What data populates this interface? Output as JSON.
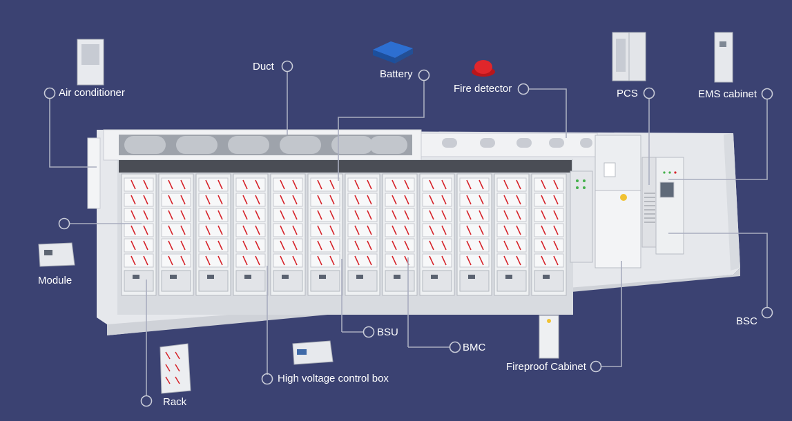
{
  "labels": {
    "air_conditioner": "Air conditioner",
    "duct": "Duct",
    "battery": "Battery",
    "fire_detector": "Fire detector",
    "pcs": "PCS",
    "ems_cabinet": "EMS cabinet",
    "module": "Module",
    "rack": "Rack",
    "high_voltage_control_box": "High voltage control box",
    "bsu": "BSU",
    "bmc": "BMC",
    "fireproof_cabinet": "Fireproof Cabinet",
    "bsc": "BSC"
  },
  "colors": {
    "background": "#3b4272",
    "leader_line": "#a9adbf",
    "container": "#e9ebee",
    "cable": "#d6232a"
  }
}
